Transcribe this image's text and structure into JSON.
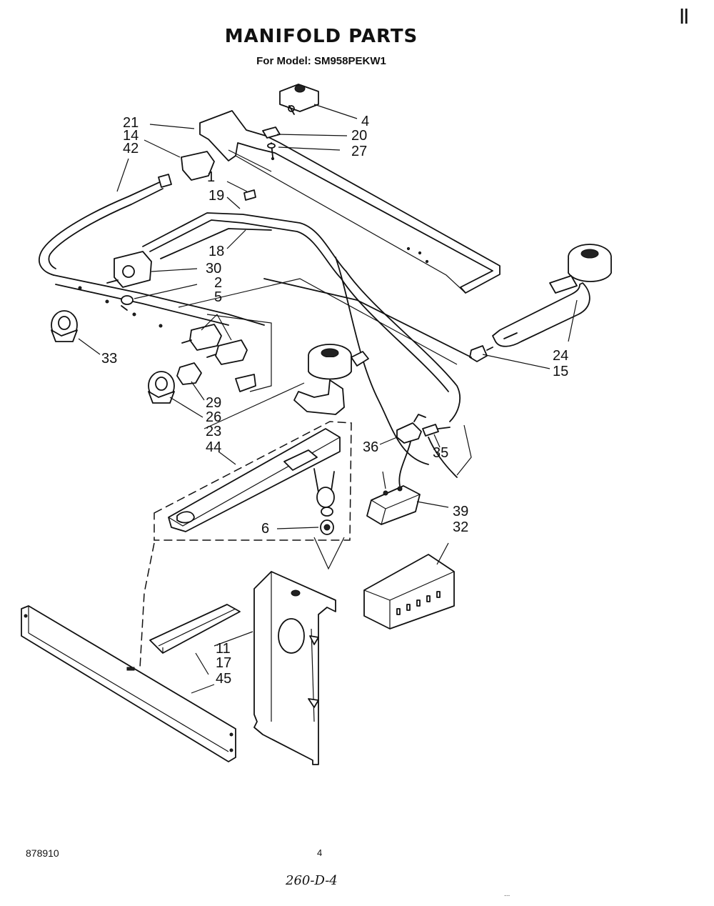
{
  "header": {
    "title": "MANIFOLD PARTS",
    "subtitle": "For Model: SM958PEKW1",
    "corner_mark": "||"
  },
  "callouts": {
    "c21": "21",
    "c14": "14",
    "c42": "42",
    "c1": "1",
    "c19": "19",
    "c18": "18",
    "c30": "30",
    "c2": "2",
    "c5": "5",
    "c33": "33",
    "c29": "29",
    "c26": "26",
    "c23": "23",
    "c44": "44",
    "c6": "6",
    "c4": "4",
    "c20": "20",
    "c27": "27",
    "c24": "24",
    "c15": "15",
    "c36": "36",
    "c35": "35",
    "c39": "39",
    "c32": "32",
    "c11": "11",
    "c17": "17",
    "c45": "45"
  },
  "footer": {
    "code": "878910",
    "page_number": "4",
    "handwritten": "260-D-4",
    "dots": "..."
  }
}
